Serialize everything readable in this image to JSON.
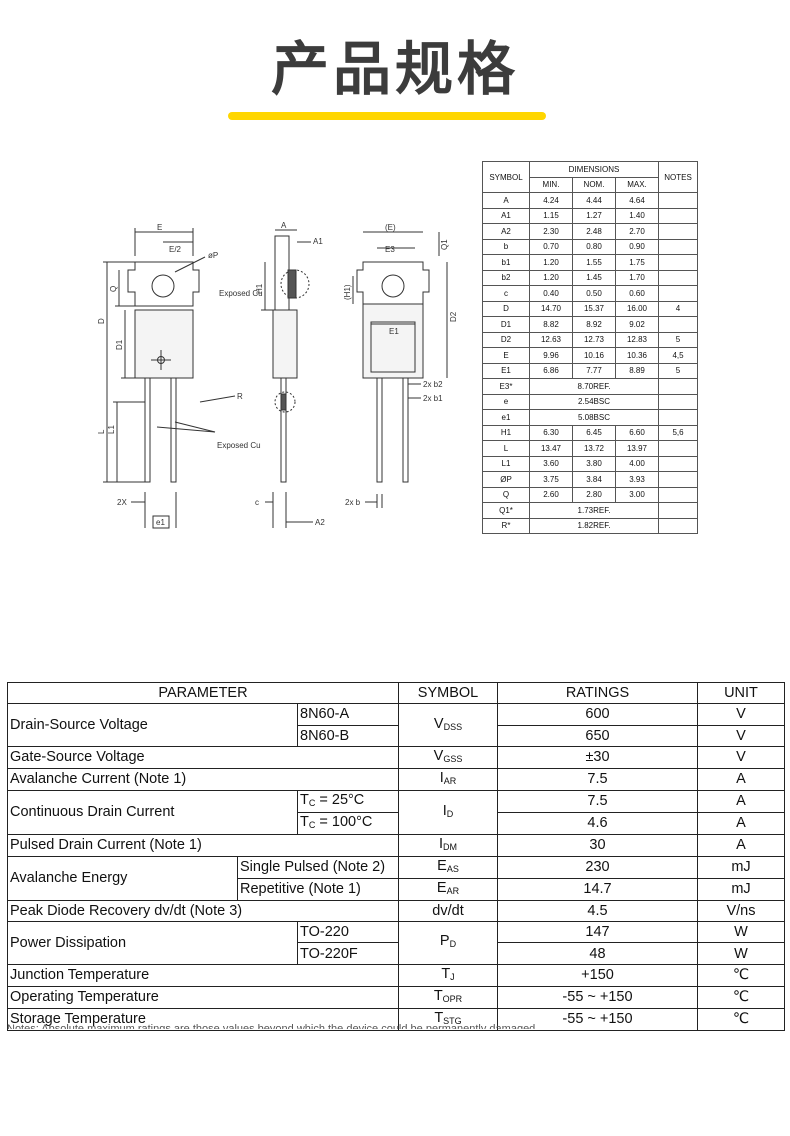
{
  "page_title": "产品规格",
  "drawing_labels": {
    "exposed_cu_1": "Exposed Cu",
    "exposed_cu_2": "Exposed Cu",
    "E": "E",
    "E_half": "E/2",
    "oP": "øP",
    "Q": "Q",
    "D": "D",
    "D1": "D1",
    "L": "L",
    "L1": "L1",
    "R": "R",
    "A": "A",
    "A1": "A1",
    "A2": "A2",
    "H1": "H1",
    "c": "c",
    "two_x_e": "2X",
    "e1": "e1",
    "paren_E": "(E)",
    "E3": "E3",
    "Q1": "Q1",
    "paren_H1": "(H1)",
    "E1": "E1",
    "D2": "D2",
    "two_b2": "2x b2",
    "two_b1": "2x b1",
    "two_b": "2x b"
  },
  "dimensions_table": {
    "headers": {
      "symbol": "SYMBOL",
      "dimensions": "DIMENSIONS",
      "min": "MIN.",
      "nom": "NOM.",
      "max": "MAX.",
      "notes": "NOTES"
    },
    "rows": [
      {
        "symbol": "A",
        "min": "4.24",
        "nom": "4.44",
        "max": "4.64",
        "notes": ""
      },
      {
        "symbol": "A1",
        "min": "1.15",
        "nom": "1.27",
        "max": "1.40",
        "notes": ""
      },
      {
        "symbol": "A2",
        "min": "2.30",
        "nom": "2.48",
        "max": "2.70",
        "notes": ""
      },
      {
        "symbol": "b",
        "min": "0.70",
        "nom": "0.80",
        "max": "0.90",
        "notes": ""
      },
      {
        "symbol": "b1",
        "min": "1.20",
        "nom": "1.55",
        "max": "1.75",
        "notes": ""
      },
      {
        "symbol": "b2",
        "min": "1.20",
        "nom": "1.45",
        "max": "1.70",
        "notes": ""
      },
      {
        "symbol": "c",
        "min": "0.40",
        "nom": "0.50",
        "max": "0.60",
        "notes": ""
      },
      {
        "symbol": "D",
        "min": "14.70",
        "nom": "15.37",
        "max": "16.00",
        "notes": "4"
      },
      {
        "symbol": "D1",
        "min": "8.82",
        "nom": "8.92",
        "max": "9.02",
        "notes": ""
      },
      {
        "symbol": "D2",
        "min": "12.63",
        "nom": "12.73",
        "max": "12.83",
        "notes": "5"
      },
      {
        "symbol": "E",
        "min": "9.96",
        "nom": "10.16",
        "max": "10.36",
        "notes": "4,5"
      },
      {
        "symbol": "E1",
        "min": "6.86",
        "nom": "7.77",
        "max": "8.89",
        "notes": "5"
      },
      {
        "symbol": "E3*",
        "span": "8.70REF.",
        "notes": ""
      },
      {
        "symbol": "e",
        "span": "2.54BSC",
        "notes": ""
      },
      {
        "symbol": "e1",
        "span": "5.08BSC",
        "notes": ""
      },
      {
        "symbol": "H1",
        "min": "6.30",
        "nom": "6.45",
        "max": "6.60",
        "notes": "5,6"
      },
      {
        "symbol": "L",
        "min": "13.47",
        "nom": "13.72",
        "max": "13.97",
        "notes": ""
      },
      {
        "symbol": "L1",
        "min": "3.60",
        "nom": "3.80",
        "max": "4.00",
        "notes": ""
      },
      {
        "symbol": "ØP",
        "min": "3.75",
        "nom": "3.84",
        "max": "3.93",
        "notes": ""
      },
      {
        "symbol": "Q",
        "min": "2.60",
        "nom": "2.80",
        "max": "3.00",
        "notes": ""
      },
      {
        "symbol": "Q1*",
        "span": "1.73REF.",
        "notes": ""
      },
      {
        "symbol": "R*",
        "span": "1.82REF.",
        "notes": ""
      }
    ]
  },
  "ratings_table": {
    "headers": {
      "parameter": "PARAMETER",
      "symbol": "SYMBOL",
      "ratings": "RATINGS",
      "unit": "UNIT"
    },
    "drain_source": {
      "label": "Drain-Source Voltage",
      "sub_a": "8N60-A",
      "sub_b": "8N60-B",
      "sym": "V",
      "sub": "DSS",
      "val_a": "600",
      "val_b": "650",
      "unit": "V"
    },
    "gate_source": {
      "label": "Gate-Source Voltage",
      "sym": "V",
      "sub": "GSS",
      "val": "±30",
      "unit": "V"
    },
    "avalanche_current": {
      "label": "Avalanche Current (Note 1)",
      "sym": "I",
      "sub": "AR",
      "val": "7.5",
      "unit": "A"
    },
    "continuous_drain": {
      "label": "Continuous Drain Current",
      "cond_a_pre": "T",
      "cond_a_sub": "C",
      "cond_a_post": " = 25°C",
      "cond_b_pre": "T",
      "cond_b_sub": "C",
      "cond_b_post": " = 100°C",
      "sym": "I",
      "sub": "D",
      "val_a": "7.5",
      "val_b": "4.6",
      "unit": "A"
    },
    "pulsed_drain": {
      "label": "Pulsed Drain Current (Note 1)",
      "sym": "I",
      "sub": "DM",
      "val": "30",
      "unit": "A"
    },
    "avalanche_energy": {
      "label": "Avalanche Energy",
      "sub_a": "Single Pulsed (Note 2)",
      "sub_b": "Repetitive (Note 1)",
      "sym_a": "E",
      "sub_sym_a": "AS",
      "sym_b": "E",
      "sub_sym_b": "AR",
      "val_a": "230",
      "val_b": "14.7",
      "unit": "mJ"
    },
    "peak_diode": {
      "label": "Peak Diode Recovery dv/dt (Note 3)",
      "sym": "dv/dt",
      "val": "4.5",
      "unit": "V/ns"
    },
    "power_dissipation": {
      "label": "Power Dissipation",
      "sub_a": "TO-220",
      "sub_b": "TO-220F",
      "sym": "P",
      "sub": "D",
      "val_a": "147",
      "val_b": "48",
      "unit": "W"
    },
    "junction_temp": {
      "label": "Junction Temperature",
      "sym": "T",
      "sub": "J",
      "val": "+150",
      "unit": "℃"
    },
    "operating_temp": {
      "label": "Operating Temperature",
      "sym": "T",
      "sub": "OPR",
      "val": "-55 ~ +150",
      "unit": "℃"
    },
    "storage_temp": {
      "label": "Storage Temperature",
      "sym": "T",
      "sub": "STG",
      "val": "-55 ~ +150",
      "unit": "℃"
    }
  },
  "notes_fragment": "Notes: Absolute maximum ratings are those values beyond which the device could be permanently damaged."
}
